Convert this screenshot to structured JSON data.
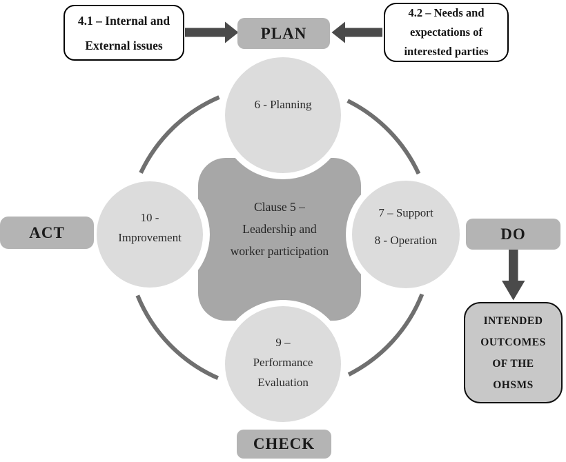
{
  "colors": {
    "pdca_box_fill": "#b4b4b4",
    "circle_fill": "#dcdcdc",
    "circle_rim": "#ffffff",
    "center_shape_fill": "#a7a7a7",
    "ring_arc": "#6f6f6f",
    "arrow": "#4a4a4a",
    "outcomes_fill": "#c8c8c8",
    "context_box_fill": "#ffffff",
    "border": "#000000"
  },
  "context_boxes": {
    "box_4_1": {
      "lines": [
        "4.1 – Internal and",
        "External issues"
      ]
    },
    "box_4_2": {
      "lines": [
        "4.2 – Needs and",
        "expectations of",
        "interested parties"
      ]
    }
  },
  "pdca_labels": {
    "plan": "PLAN",
    "do": "DO",
    "check": "CHECK",
    "act": "ACT"
  },
  "clause_circles": {
    "planning": {
      "lines": [
        "6 - Planning"
      ]
    },
    "support_operation": {
      "lines": [
        "7 – Support",
        "8 - Operation"
      ]
    },
    "performance_evaluation": {
      "lines": [
        "9 –",
        "Performance",
        "Evaluation"
      ]
    },
    "improvement": {
      "lines": [
        "10 -",
        "Improvement"
      ]
    }
  },
  "center_shape": {
    "lines": [
      "Clause 5 –",
      "Leadership and",
      "worker participation"
    ]
  },
  "outcomes_box": {
    "lines": [
      "INTENDED",
      "OUTCOMES",
      "OF THE",
      "OHSMS"
    ]
  }
}
